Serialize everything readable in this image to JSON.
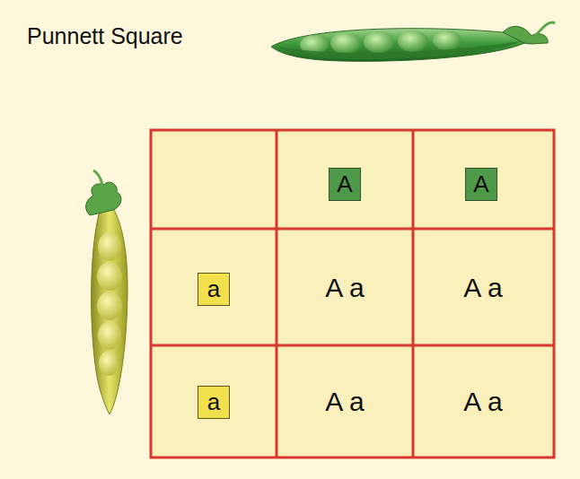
{
  "diagram": {
    "title": "Punnett Square",
    "nodes": [
      {
        "text": [
          "A"
        ]
      },
      {
        "text": [
          "A"
        ]
      },
      {
        "text": [
          "a"
        ]
      },
      {
        "text": [
          "a"
        ]
      }
    ],
    "labels": [
      "A a",
      "A a",
      "A a",
      "A a"
    ]
  }
}
